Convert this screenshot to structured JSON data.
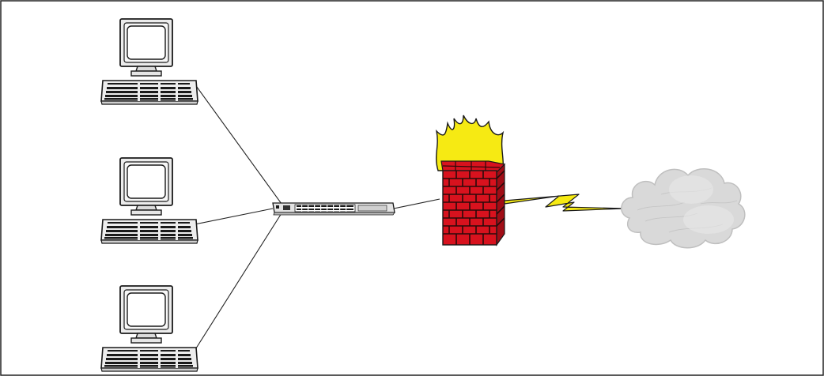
{
  "diagram": {
    "nodes": [
      {
        "id": "workstation-1",
        "icon": "desktop-computer-icon"
      },
      {
        "id": "workstation-2",
        "icon": "desktop-computer-icon"
      },
      {
        "id": "workstation-3",
        "icon": "desktop-computer-icon"
      },
      {
        "id": "switch",
        "icon": "network-switch-icon"
      },
      {
        "id": "firewall",
        "icon": "firewall-icon"
      },
      {
        "id": "internet",
        "icon": "cloud-icon"
      }
    ],
    "links": [
      {
        "from": "workstation-1",
        "to": "switch",
        "style": "cable"
      },
      {
        "from": "workstation-2",
        "to": "switch",
        "style": "cable"
      },
      {
        "from": "workstation-3",
        "to": "switch",
        "style": "cable"
      },
      {
        "from": "switch",
        "to": "firewall",
        "style": "cable"
      },
      {
        "from": "firewall",
        "to": "internet",
        "style": "lightning-bolt"
      }
    ],
    "colors": {
      "frame": "#222222",
      "line": "#222222",
      "brick": "#d8121e",
      "mortar": "#2a0a0a",
      "flame": "#f6ea13",
      "lightning": "#f6ea13",
      "cloud": "#d9d9d9",
      "device": "#ececec"
    }
  }
}
